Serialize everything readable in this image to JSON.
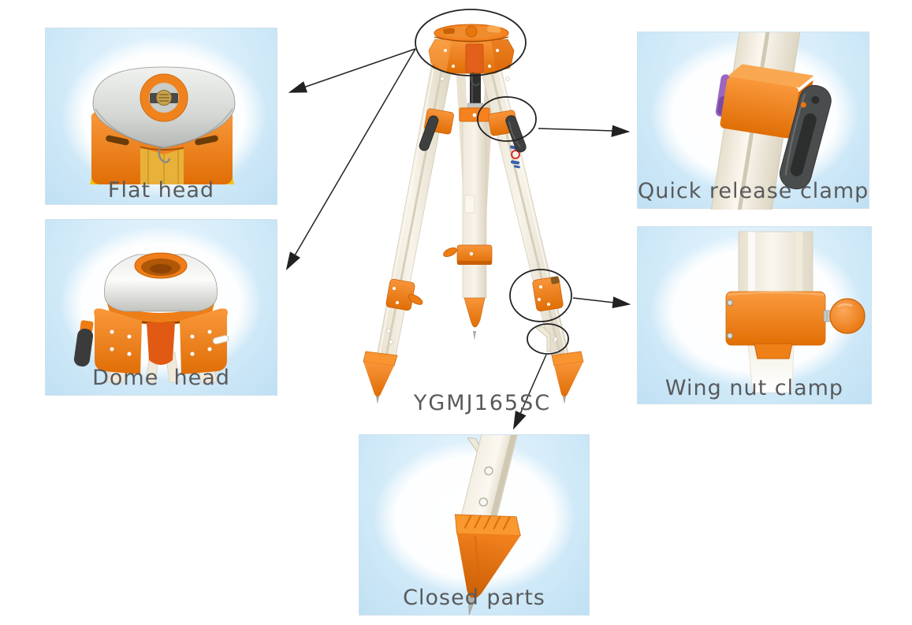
{
  "diagram": {
    "model_label": "YGMJ165SC",
    "callouts": {
      "flat_head": {
        "label": "Flat head"
      },
      "dome_head": {
        "label": "Dome  head"
      },
      "quick_release_clamp": {
        "label": "Quick release clamp"
      },
      "wing_nut_clamp": {
        "label": "Wing nut clamp"
      },
      "closed_parts": {
        "label": "Closed parts"
      }
    },
    "colors": {
      "accent_orange": "#F5821F",
      "orange_shadow": "#D2690C",
      "leg_cream": "#EFE9DB",
      "lever_black": "#3E4040",
      "plate_silver": "#C9C9C5",
      "label_gray": "#595A5C",
      "callout_blue_light": "#EAF6FD",
      "callout_blue_deep": "#BFE0F3",
      "annotation_black": "#222222",
      "purple_accent": "#9A66C0",
      "yellow_wood": "#F2C318"
    }
  }
}
